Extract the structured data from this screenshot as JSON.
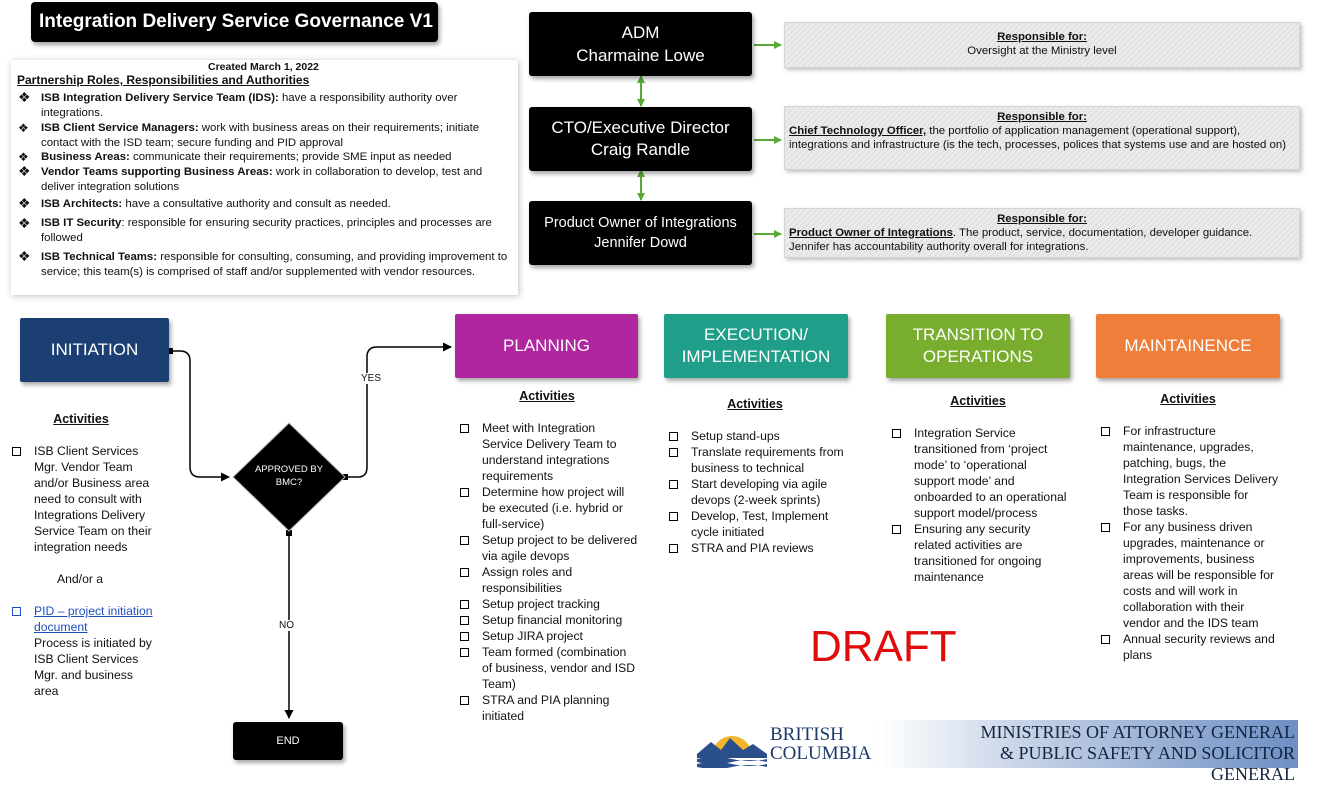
{
  "title": "Integration Delivery Service Governance V1",
  "created": "Created March 1, 2022",
  "roles": {
    "heading": "Partnership Roles, Responsibilities and Authorities",
    "items": [
      {
        "name": "ISB Integration Delivery Service Team (IDS):",
        "desc": " have a responsibility authority over integrations."
      },
      {
        "name": "ISB Client Service Managers:",
        "desc": " work with business areas on their requirements; initiate contact with the ISD team; secure funding and PID approval"
      },
      {
        "name": "Business Areas:",
        "desc": " communicate their requirements; provide SME input as needed"
      },
      {
        "name": "Vendor Teams supporting Business Areas:",
        "desc": " work in collaboration to develop, test and deliver integration solutions"
      },
      {
        "name": "ISB Architects:",
        "desc": " have a consultative authority and consult as needed."
      },
      {
        "name": "ISB IT Security",
        "desc": ": responsible for ensuring security practices, principles and processes are followed"
      },
      {
        "name": "ISB Technical Teams:",
        "desc": " responsible for consulting, consuming, and providing improvement to service; this team(s) is comprised of staff and/or supplemented with vendor resources."
      }
    ]
  },
  "people": [
    {
      "role": "ADM",
      "name": "Charmaine Lowe"
    },
    {
      "role": "CTO/Executive Director",
      "name": "Craig Randle"
    },
    {
      "role": "Product Owner of Integrations",
      "name": "Jennifer Dowd"
    }
  ],
  "responsibilities": [
    {
      "heading": "Responsible for:",
      "lead": "",
      "text": "Oversight at the Ministry level"
    },
    {
      "heading": "Responsible for:",
      "lead": "Chief Technology Officer,",
      "text": " the portfolio of application management (operational support), integrations and infrastructure (is the tech, processes, polices that systems use and are hosted on)"
    },
    {
      "heading": "Responsible for:",
      "lead": "Product Owner of Integrations",
      "text": ". The product, service, documentation, developer guidance. Jennifer has accountability authority overall for integrations."
    }
  ],
  "phases": {
    "initiation": "INITIATION",
    "planning": "PLANNING",
    "execution": "EXECUTION/ IMPLEMENTATION",
    "transition": "TRANSITION TO OPERATIONS",
    "maintenance": "MAINTAINENCE"
  },
  "activities_heading": "Activities",
  "decision": {
    "label": "APPROVED BY BMC?",
    "yes": "YES",
    "no": "NO",
    "end": "END"
  },
  "initiation_activities": {
    "item1": "ISB Client Services Mgr. Vendor Team and/or Business area need to consult with Integrations Delivery Service Team on their integration needs",
    "andor": "And/or a",
    "link": "PID – project initiation document",
    "item2_rest": "Process is initiated by ISB Client Services Mgr. and business area"
  },
  "planning_activities": [
    "Meet with Integration Service Delivery Team to understand integrations requirements",
    "Determine how project will be executed (i.e. hybrid or full-service)",
    "Setup project to be delivered via agile devops",
    "Assign roles and responsibilities",
    "Setup project tracking",
    "Setup financial monitoring",
    "Setup JIRA project",
    "Team formed (combination of business, vendor and ISD Team)",
    "STRA and PIA planning initiated"
  ],
  "execution_activities": [
    "Setup stand-ups",
    "Translate requirements from business to technical",
    "Start developing via agile devops (2-week sprints)",
    "Develop, Test, Implement cycle initiated",
    "STRA and PIA reviews"
  ],
  "transition_activities": [
    "Integration Service transitioned from ‘project mode’ to ‘operational support mode’ and onboarded to an operational support model/process",
    "Ensuring any security related activities are transitioned for ongoing maintenance"
  ],
  "maintenance_activities": [
    "For infrastructure maintenance, upgrades, patching, bugs, the Integration Services Delivery Team is responsible for those tasks.",
    "For any business driven upgrades, maintenance or improvements, business areas will be responsible for costs and will work in collaboration with their vendor and the IDS team",
    "Annual security reviews and plans"
  ],
  "draft": "DRAFT",
  "footer": {
    "bc_line1": "BRITISH",
    "bc_line2": "COLUMBIA",
    "ministry_line1": "MINISTRIES OF ATTORNEY GENERAL",
    "ministry_line2": "& PUBLIC SAFETY AND SOLICITOR GENERAL"
  },
  "colors": {
    "initiation": "#1c3f73",
    "planning": "#b0269f",
    "execution": "#1f9e8a",
    "transition": "#79ad2e",
    "maintenance": "#f07e3b",
    "connector_green": "#5aa83a"
  }
}
